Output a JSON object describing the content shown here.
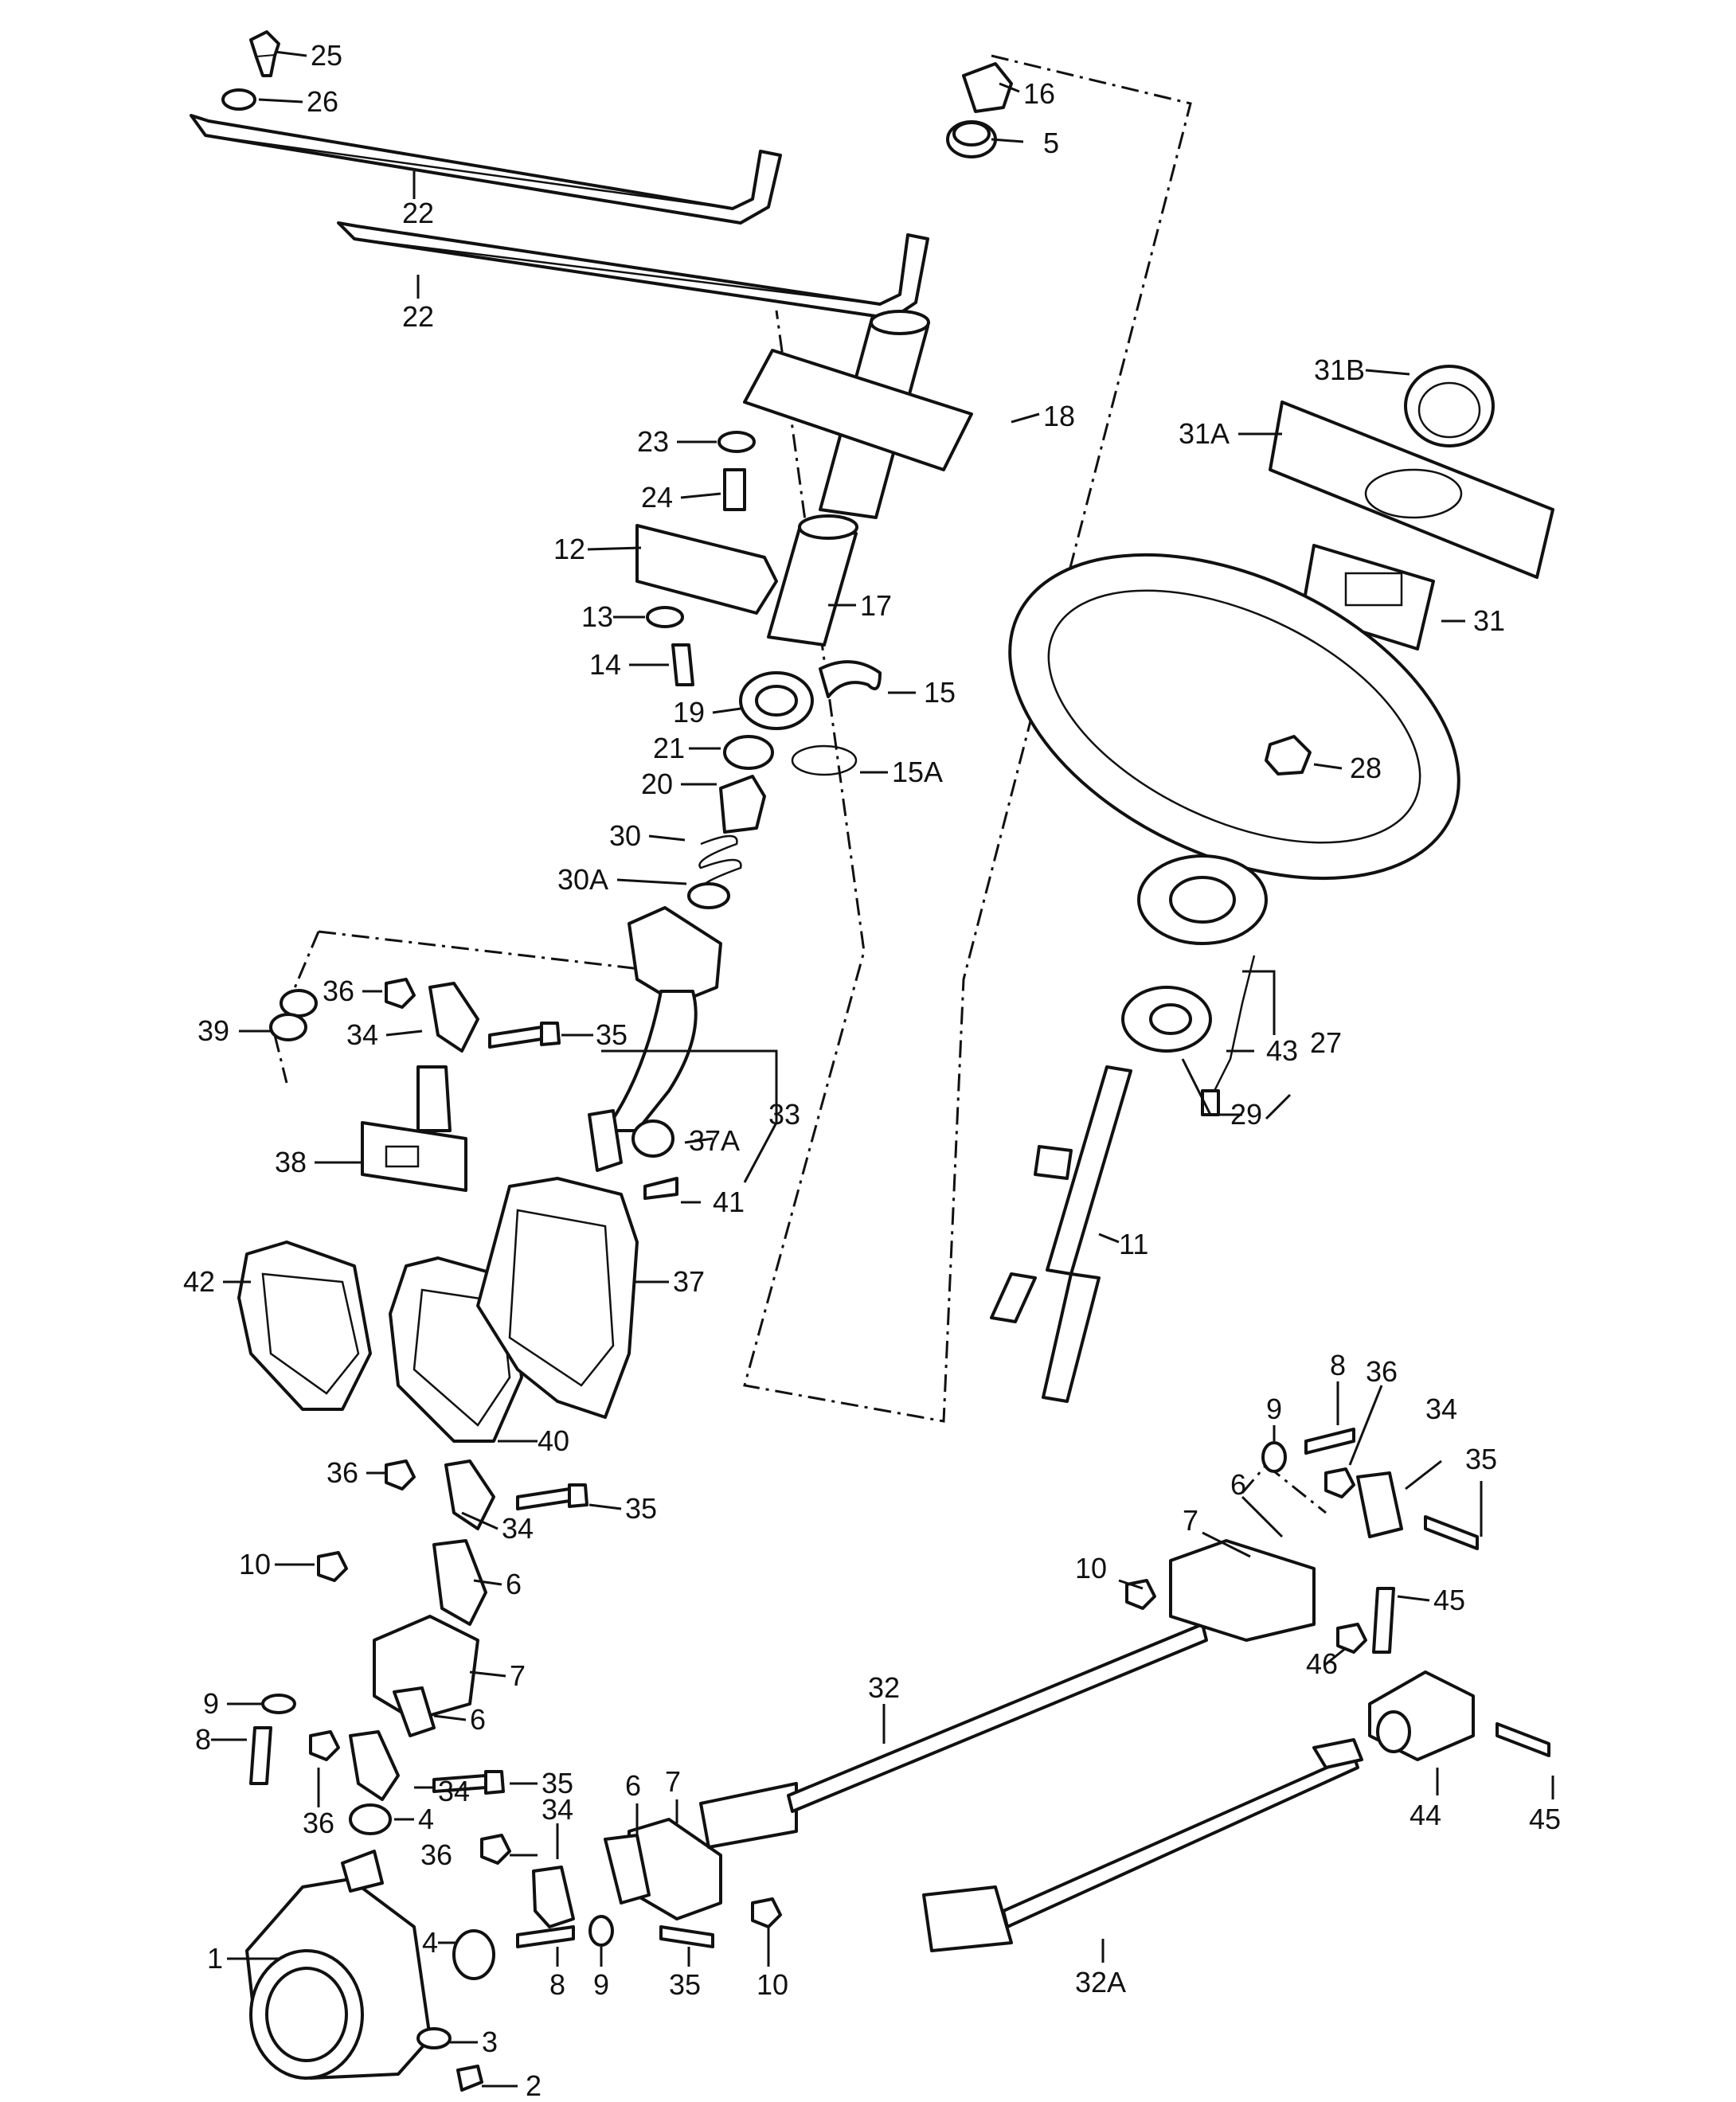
{
  "callouts": {
    "c25": "25",
    "c26": "26",
    "c22a": "22",
    "c22b": "22",
    "c16": "16",
    "c5": "5",
    "c18": "18",
    "c23": "23",
    "c24": "24",
    "c12": "12",
    "c17": "17",
    "c13": "13",
    "c14": "14",
    "c19": "19",
    "c15": "15",
    "c21": "21",
    "c15A": "15A",
    "c20": "20",
    "c30": "30",
    "c30A": "30A",
    "c31B": "31B",
    "c31A": "31A",
    "c31": "31",
    "c28": "28",
    "c36a": "36",
    "c39": "39",
    "c34a": "34",
    "c35a": "35",
    "c33": "33",
    "c37A": "37A",
    "c38": "38",
    "c41": "41",
    "c43": "43",
    "c27": "27",
    "c29": "29",
    "c11": "11",
    "c42": "42",
    "c37": "37",
    "c40": "40",
    "c36b": "36",
    "c35b": "35",
    "c34b": "34",
    "c10a": "10",
    "c6a": "6",
    "c7a": "7",
    "c9a": "9",
    "c6b": "6",
    "c8a": "8",
    "c35c": "35",
    "c36c": "36",
    "c34c": "34",
    "c4a": "4",
    "c36d": "36",
    "c1": "1",
    "c4b": "4",
    "c3": "3",
    "c2": "2",
    "c8b": "8",
    "c9b": "9",
    "c34d": "34",
    "c6c": "6",
    "c7b": "7",
    "c35d": "35",
    "c10b": "10",
    "c32": "32",
    "c32A": "32A",
    "c9c": "9",
    "c8c": "8",
    "c36e": "36",
    "c34e": "34",
    "c35e": "35",
    "c7c": "7",
    "c6d": "6",
    "c10c": "10",
    "c45a": "45",
    "c46": "46",
    "c44": "44",
    "c45b": "45"
  }
}
